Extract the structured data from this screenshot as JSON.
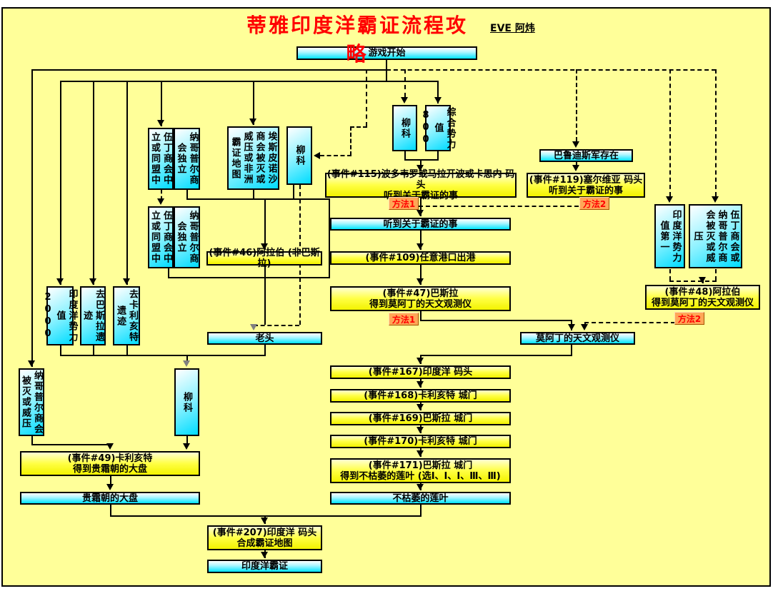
{
  "header": {
    "title": "蒂雅印度洋霸证流程攻略",
    "author": "EVE 阿炜",
    "title_color": "#ff0000"
  },
  "colors": {
    "background": "#ffff99",
    "cyan_node": "#00e4ff",
    "yellow_node": "#ffff00",
    "method_bg": "#ffa757",
    "method_text": "#ff0000",
    "line": "#000000",
    "gray_arrow": "#808080"
  },
  "method_labels": {
    "m1": "方法1",
    "m2": "方法2"
  },
  "nodes": {
    "start": "游戏开始",
    "pair1a": "伍丁商会中\n立或同盟中",
    "pair1b": "纳哥普尔商\n会独立",
    "espinosa": "埃斯皮诺沙\n商会被灭或\n威压或非洲\n霸证地图",
    "liuke_left": "柳科",
    "liuke_mid": "柳科",
    "power800": "综合势力\n值800",
    "ev115": "(事件#115)波多韦罗或马拉开波或卡恩内 码头\n听到关于霸证的事",
    "heard": "听到关于霸证的事",
    "pair2a": "伍丁商会中\n立或同盟中",
    "pair2b": "纳哥普尔商\n会独立",
    "ev46": "(事件#46)阿拉伯 (非巴斯拉)",
    "ev109": "(事件#109)任意港口出港",
    "ev47": "(事件#47)巴斯拉\n得到莫阿丁的天文观测仪",
    "barudis": "巴鲁迪斯军存在",
    "ev119": "(事件#119)塞尔维亚 码头\n听到关于霸证的事",
    "power_first": "印度洋势力\n值第一",
    "right_or": "伍丁商会或\n纳哥普尔商\n会被灭或威\n压",
    "ev48": "(事件#48)阿拉伯\n得到莫阿丁的天文观测仪",
    "v2000": "印度洋势力\n值2000",
    "go_basra": "去巴斯拉遗\n迹",
    "go_calicut": "去卡利亥特\n遗迹",
    "oldman": "老头",
    "astro": "莫阿丁的天文观测仪",
    "nagpur_destroyed": "纳哥普尔商会\n被灭或威压",
    "liuke_bottom": "柳科",
    "ev49": "(事件#49)卡利亥特\n得到贵霜朝的大盘",
    "kushan": "贵霜朝的大盘",
    "ev167": "(事件#167)印度洋 码头",
    "ev168": "(事件#168)卡利亥特 城门",
    "ev169": "(事件#169)巴斯拉 城门",
    "ev170": "(事件#170)卡利亥特 城门",
    "ev171": "(事件#171)巴斯拉 城门\n得到不枯萎的莲叶 (选Ⅰ、Ⅰ、Ⅰ、Ⅲ、Ⅲ)",
    "lotus": "不枯萎的莲叶",
    "ev207": "(事件#207)印度洋 码头\n合成霸证地图",
    "cert": "印度洋霸证"
  }
}
